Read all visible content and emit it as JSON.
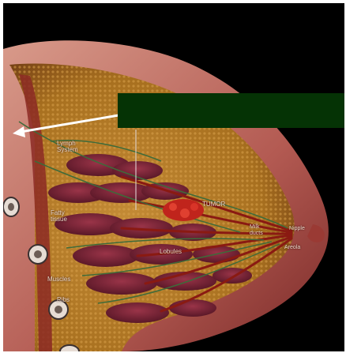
{
  "diagram": {
    "labels": {
      "lymph_system": "Lymph\nSystem",
      "fatty_tissue": "Fatty\ntissue",
      "tumor": "TUMOR",
      "milk_ducts": "Milk\nducts",
      "nipple": "Nipple",
      "areola": "Areola",
      "lobules": "Lobules",
      "muscles": "Muscles",
      "ribs": "Ribs"
    },
    "overlay_box": {
      "text": "",
      "color": "#053305"
    },
    "arrow": {
      "color": "#ffffff",
      "direction": "left"
    },
    "colors": {
      "background": "#000000",
      "skin": "#b8625a",
      "fat": "#b8822e",
      "lobules": "#7a2638",
      "ducts": "#8a1a12",
      "lymph": "#3e6b3a",
      "tumor": "#c0241c"
    }
  }
}
